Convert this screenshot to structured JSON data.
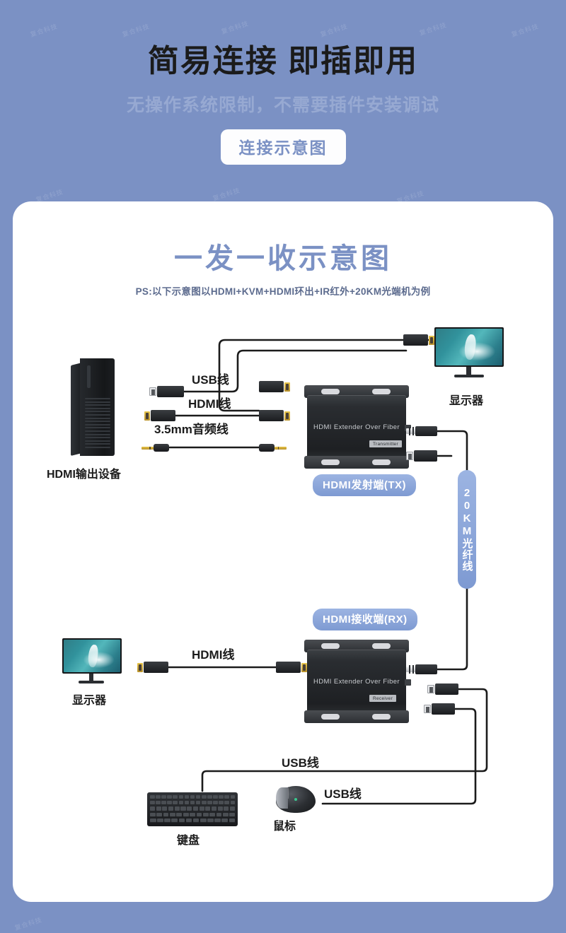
{
  "page": {
    "background_color": "#7b91c4",
    "card_color": "#ffffff",
    "accent_blue": "#7b91c4",
    "pill_blue": "#8fa8dc",
    "watermark_text": "复合科技"
  },
  "header": {
    "title": "简易连接 即插即用",
    "subtitle": "无操作系统限制，不需要插件安装调试",
    "badge": "连接示意图"
  },
  "card": {
    "title": "一发一收示意图",
    "note": "PS:以下示意图以HDMI+KVM+HDMI环出+IR红外+20KM光端机为例"
  },
  "diagram": {
    "type": "connection-diagram",
    "devices": [
      {
        "id": "source-pc",
        "label": "HDMI输出设备",
        "icon": "pc-tower-icon"
      },
      {
        "id": "monitor-tx",
        "label": "显示器",
        "icon": "monitor-icon"
      },
      {
        "id": "transmitter",
        "label": "HDMI发射端(TX)",
        "icon": "extender-box-icon",
        "body_text": "HDMI Extender Over Fiber",
        "tag": "Transmitter"
      },
      {
        "id": "receiver",
        "label": "HDMI接收端(RX)",
        "icon": "extender-box-icon",
        "body_text": "HDMI Extender Over Fiber",
        "tag": "Receiver"
      },
      {
        "id": "monitor-rx",
        "label": "显示器",
        "icon": "monitor-icon"
      },
      {
        "id": "keyboard",
        "label": "键盘",
        "icon": "keyboard-icon"
      },
      {
        "id": "mouse",
        "label": "鼠标",
        "icon": "mouse-icon"
      }
    ],
    "cable_labels": {
      "usb_top": "USB线",
      "hdmi_top": "HDMI线",
      "audio": "3.5mm音频线",
      "hdmi_bottom": "HDMI线",
      "usb_keyboard": "USB线",
      "usb_mouse": "USB线",
      "fiber": "20KM光纤线"
    }
  }
}
